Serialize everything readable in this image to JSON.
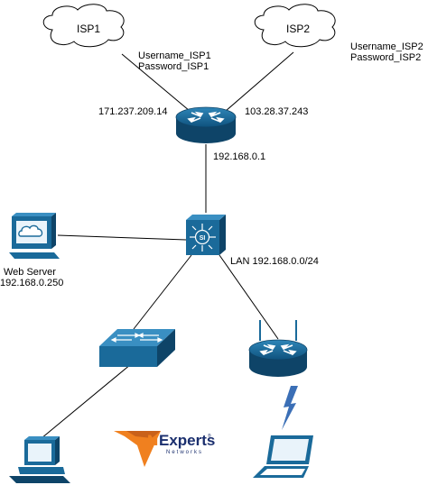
{
  "clouds": {
    "isp1": {
      "label": "ISP1"
    },
    "isp2": {
      "label": "ISP2"
    }
  },
  "credentials": {
    "isp1": {
      "username": "Username_ISP1",
      "password": "Password_ISP1"
    },
    "isp2": {
      "username": "Username_ISP2",
      "password": "Password_ISP2"
    }
  },
  "router": {
    "wan1_ip": "171.237.209.14",
    "wan2_ip": "103.28.37.243",
    "lan_ip": "192.168.0.1"
  },
  "core_switch": {
    "icon_text": "SI",
    "lan_label": "LAN 192.168.0.0/24"
  },
  "web_server": {
    "name": "Web Server",
    "ip": "192.168.0.250"
  },
  "logo": {
    "brand_prefix": "N",
    "brand_rest": "Experts",
    "registered": "®",
    "tagline": "Networks"
  },
  "colors": {
    "device_fill": "#1a6a9a",
    "device_dark": "#0e4468",
    "line": "#000000",
    "lightning": "#3b6fb6",
    "logo_orange": "#f0801f",
    "logo_navy": "#1b2f6e"
  }
}
